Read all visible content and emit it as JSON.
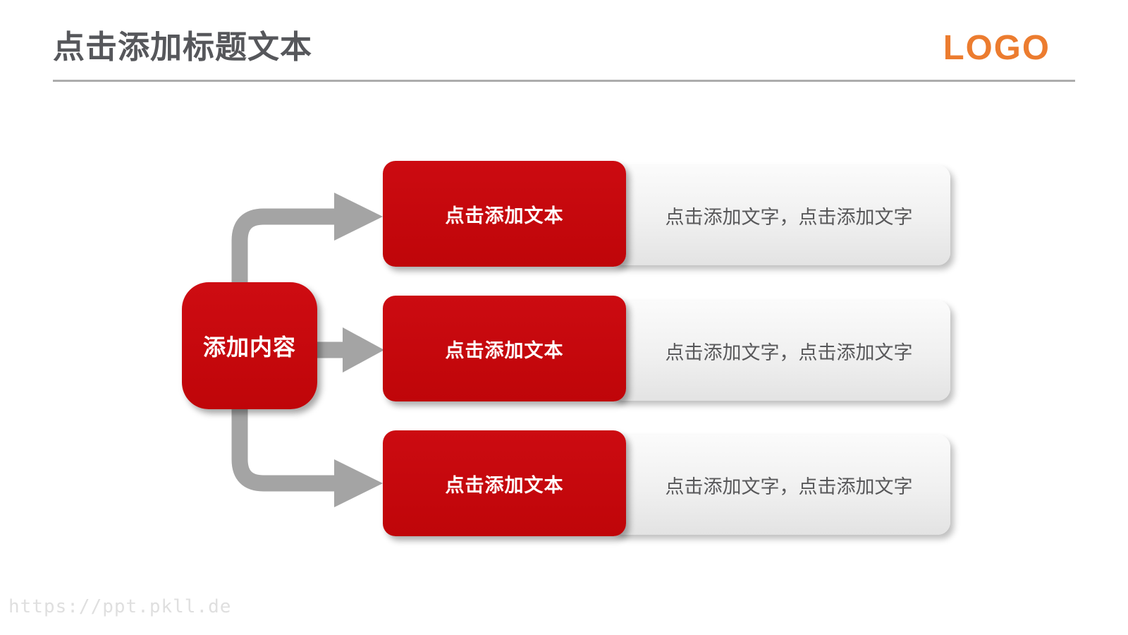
{
  "slide": {
    "title": "点击添加标题文本",
    "logo": "LOGO",
    "watermark": "https://ppt.pkll.de"
  },
  "diagram": {
    "hub_label": "添加内容",
    "rows": [
      {
        "label": "点击添加文本",
        "description": "点击添加文字，点击添加文字"
      },
      {
        "label": "点击添加文本",
        "description": "点击添加文字，点击添加文字"
      },
      {
        "label": "点击添加文本",
        "description": "点击添加文字，点击添加文字"
      }
    ],
    "connector_icons": [
      "elbow-up-right-arrow-icon",
      "right-arrow-icon",
      "elbow-down-right-arrow-icon"
    ]
  },
  "colors": {
    "accent_red": "#C4080E",
    "arrow_gray": "#A4A4A4",
    "logo_orange": "#EC7C2F",
    "title_gray": "#56575B",
    "panel_text_gray": "#58585A",
    "divider_gray": "#ACACAC",
    "watermark_gray": "#DFDFDF"
  }
}
